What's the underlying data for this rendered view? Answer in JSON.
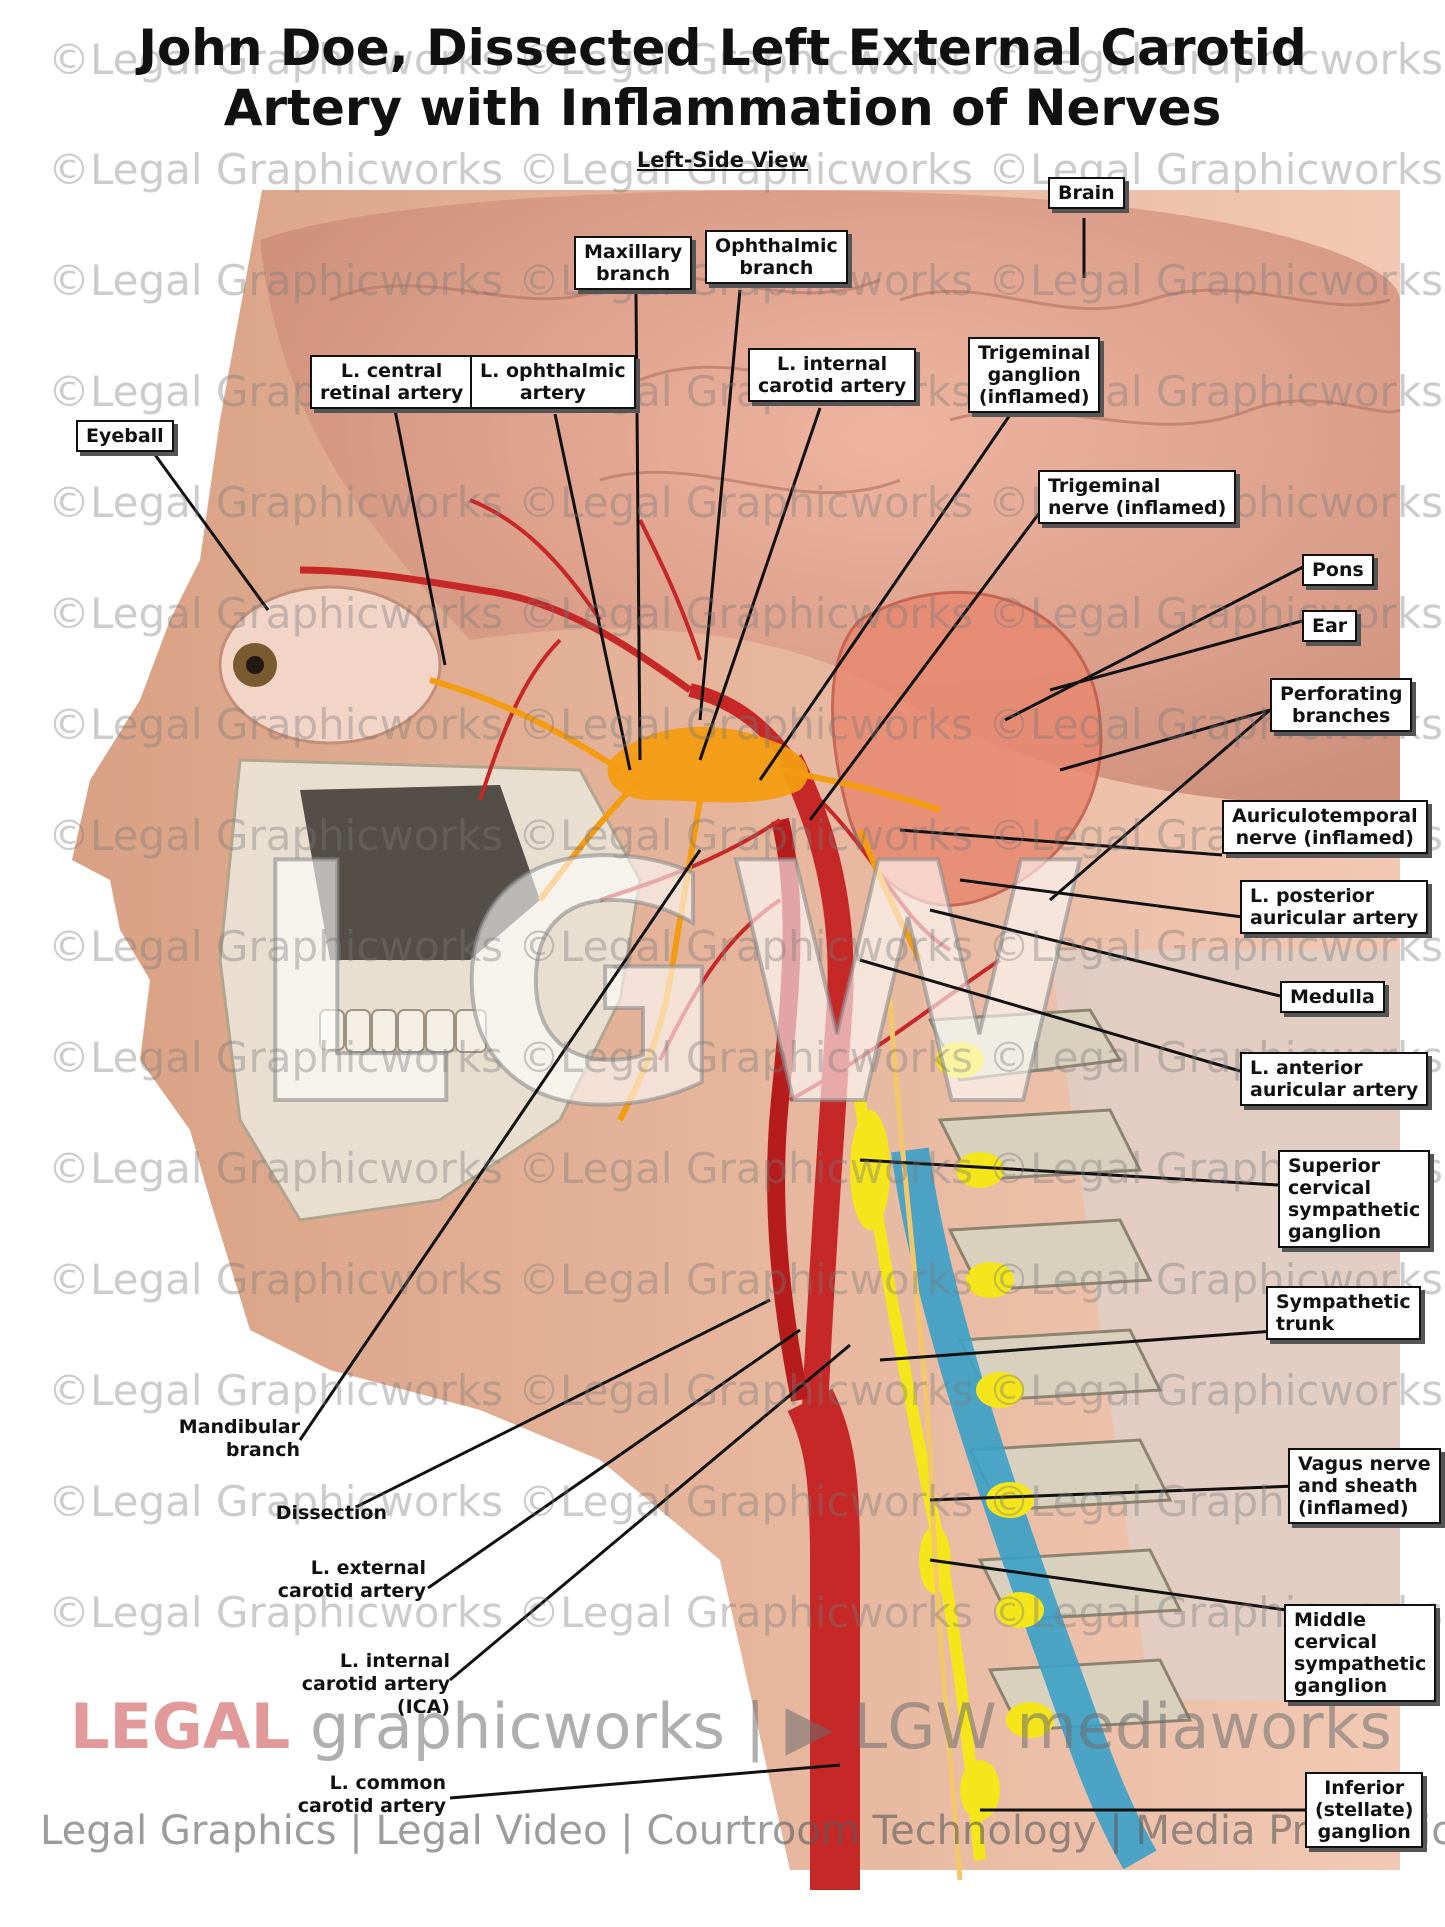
{
  "title": {
    "line1": "John Doe, Dissected Left External Carotid",
    "line2": "Artery with Inflammation of Nerves",
    "view": "Left-Side View"
  },
  "labels": {
    "brain": "Brain",
    "maxillary_1": "Maxillary",
    "maxillary_2": "branch",
    "ophthalmic_1": "Ophthalmic",
    "ophthalmic_2": "branch",
    "central_retinal_1": "L. central",
    "central_retinal_2": "retinal artery",
    "ophthalmic_artery_1": "L. ophthalmic",
    "ophthalmic_artery_2": "artery",
    "internal_carotid_top_1": "L. internal",
    "internal_carotid_top_2": "carotid artery",
    "trigeminal_ganglion_1": "Trigeminal",
    "trigeminal_ganglion_2": "ganglion",
    "trigeminal_ganglion_3": "(inflamed)",
    "eyeball": "Eyeball",
    "trigeminal_nerve_1": "Trigeminal",
    "trigeminal_nerve_2": "nerve (inflamed)",
    "pons": "Pons",
    "ear": "Ear",
    "perforating_1": "Perforating",
    "perforating_2": "branches",
    "auriculotemporal_1": "Auriculotemporal",
    "auriculotemporal_2": "nerve (inflamed)",
    "posterior_auricular_1": "L. posterior",
    "posterior_auricular_2": "auricular artery",
    "medulla": "Medulla",
    "anterior_auricular_1": "L. anterior",
    "anterior_auricular_2": "auricular artery",
    "superior_cervical_1": "Superior",
    "superior_cervical_2": "cervical",
    "superior_cervical_3": "sympathetic",
    "superior_cervical_4": "ganglion",
    "sympathetic_trunk_1": "Sympathetic",
    "sympathetic_trunk_2": "trunk",
    "vagus_1": "Vagus nerve",
    "vagus_2": "and sheath",
    "vagus_3": "(inflamed)",
    "middle_cervical_1": "Middle",
    "middle_cervical_2": "cervical",
    "middle_cervical_3": "sympathetic",
    "middle_cervical_4": "ganglion",
    "inferior_1": "Inferior",
    "inferior_2": "(stellate)",
    "inferior_3": "ganglion",
    "mandibular_1": "Mandibular",
    "mandibular_2": "branch",
    "dissection": "Dissection",
    "external_carotid_1": "L. external",
    "external_carotid_2": "carotid artery",
    "internal_carotid_bottom_1": "L. internal",
    "internal_carotid_bottom_2": "carotid artery",
    "internal_carotid_bottom_3": "(ICA)",
    "common_carotid_1": "L. common",
    "common_carotid_2": "carotid artery"
  },
  "watermark": {
    "text": "©Legal Graphicworks",
    "logo": "LGW",
    "brand_legal": "LEGAL",
    "brand_rest": " graphicworks | ▶ LGW mediaworks",
    "tagline": "Legal Graphics | Legal Video | Courtroom Technology | Media Production"
  },
  "colors": {
    "artery": "#c62828",
    "nerve_inflamed": "#f39c12",
    "sympathetic": "#f4e61a",
    "vein": "#3aa0c8",
    "skin": "#e8b89c"
  }
}
